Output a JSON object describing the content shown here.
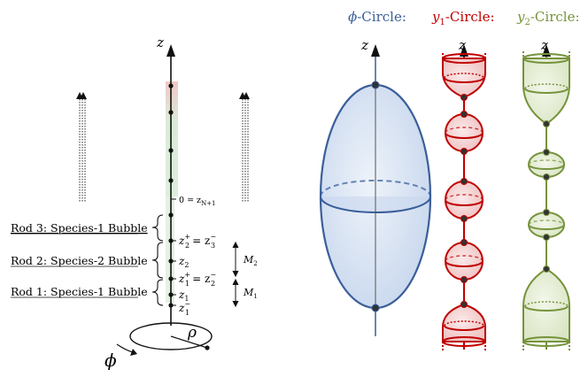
{
  "colors": {
    "phi": "#3a5f99",
    "y1": "#c00000",
    "y2": "#76933c",
    "black": "#111111",
    "phi_fill": "#dbe5f3",
    "y1_fill": "#f6d5d5",
    "y2_fill": "#e7eed8"
  },
  "headings": {
    "phi_sym": "ϕ",
    "phi_suffix": "-Circle:",
    "y1_sym": "y",
    "y1_sub": "1",
    "y1_suffix": "-Circle:",
    "y2_sym": "y",
    "y2_sub": "2",
    "y2_suffix": "-Circle:"
  },
  "axes": {
    "z": "z",
    "rho": "ρ",
    "phi": "ϕ"
  },
  "rods": [
    "Rod 3: Species-1 Bubble",
    "Rod 2: Species-2 Bubble",
    "Rod 1: Species-1 Bubble"
  ],
  "z_labels": {
    "zero": "0 = z",
    "zero_sub": "N+1",
    "z2p": "z",
    "z2p_sub": "2",
    "z2p_sup": "+",
    "eq1": "= z",
    "z3m_sub": "3",
    "z3m_sup": "−",
    "z2": "z",
    "z2_sub": "2",
    "z1p": "z",
    "z1p_sub": "1",
    "z1p_sup": "+",
    "eq2": "= z",
    "z2m_sub": "2",
    "z2m_sup": "−",
    "z1": "z",
    "z1_sub": "1",
    "z1m": "z",
    "z1m_sub": "1",
    "z1m_sup": "−"
  },
  "moduli": {
    "m2": "M",
    "m2_sub": "2",
    "m1": "M",
    "m1_sub": "1"
  }
}
